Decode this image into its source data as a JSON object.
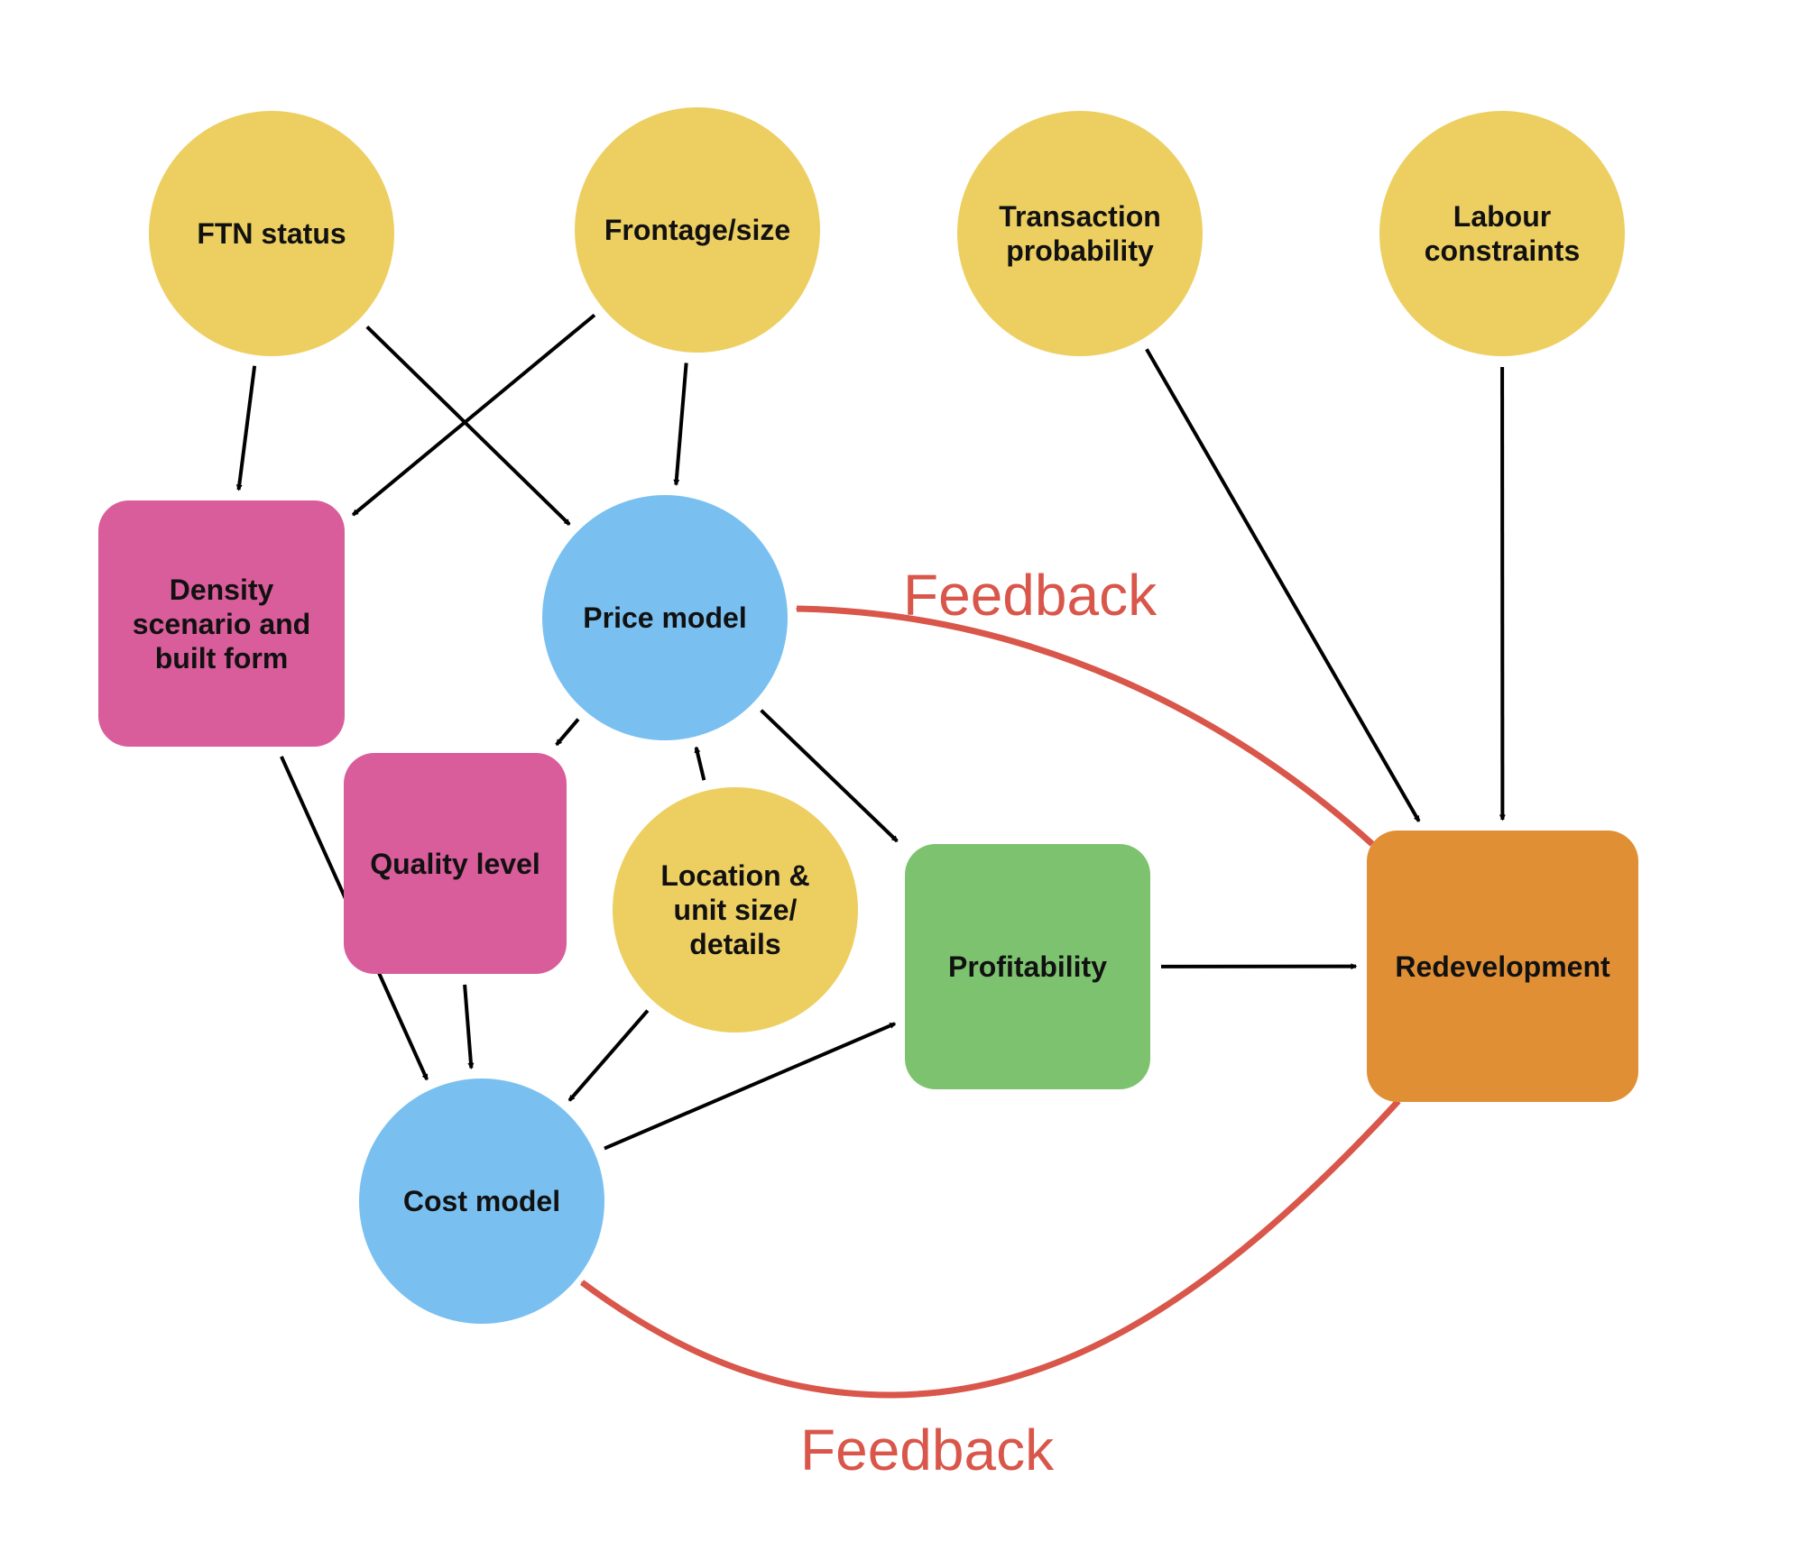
{
  "colors": {
    "input": "#EDCF61",
    "model": "#79C0F1",
    "scenario": "#D95D9B",
    "profit": "#7DC36F",
    "outcome": "#E18F35",
    "feedback": "#D9564A",
    "arrow": "#000000"
  },
  "nodes": {
    "ftn": {
      "label": "FTN status",
      "kind": "input"
    },
    "frontage": {
      "label": "Frontage/size",
      "kind": "input"
    },
    "transaction": {
      "label": "Transaction\nprobability",
      "kind": "input"
    },
    "labour": {
      "label": "Labour\nconstraints",
      "kind": "input"
    },
    "density": {
      "label": "Density\nscenario and\nbuilt form",
      "kind": "scenario"
    },
    "price": {
      "label": "Price model",
      "kind": "model"
    },
    "quality": {
      "label": "Quality level",
      "kind": "scenario"
    },
    "location": {
      "label": "Location &\nunit size/\ndetails",
      "kind": "input"
    },
    "profitability": {
      "label": "Profitability",
      "kind": "profit"
    },
    "redevelopment": {
      "label": "Redevelopment",
      "kind": "outcome"
    },
    "cost": {
      "label": "Cost model",
      "kind": "model"
    }
  },
  "edges": [
    {
      "from": "ftn",
      "to": "density"
    },
    {
      "from": "ftn",
      "to": "price"
    },
    {
      "from": "frontage",
      "to": "density"
    },
    {
      "from": "frontage",
      "to": "price"
    },
    {
      "from": "transaction",
      "to": "redevelopment"
    },
    {
      "from": "labour",
      "to": "redevelopment"
    },
    {
      "from": "price",
      "to": "quality"
    },
    {
      "from": "price",
      "to": "profitability"
    },
    {
      "from": "location",
      "to": "price"
    },
    {
      "from": "location",
      "to": "cost"
    },
    {
      "from": "density",
      "to": "cost"
    },
    {
      "from": "quality",
      "to": "cost"
    },
    {
      "from": "cost",
      "to": "profitability"
    },
    {
      "from": "profitability",
      "to": "redevelopment"
    }
  ],
  "feedback": [
    {
      "from": "redevelopment",
      "to": "price",
      "label": "Feedback"
    },
    {
      "from": "redevelopment",
      "to": "cost",
      "label": "Feedback"
    }
  ]
}
